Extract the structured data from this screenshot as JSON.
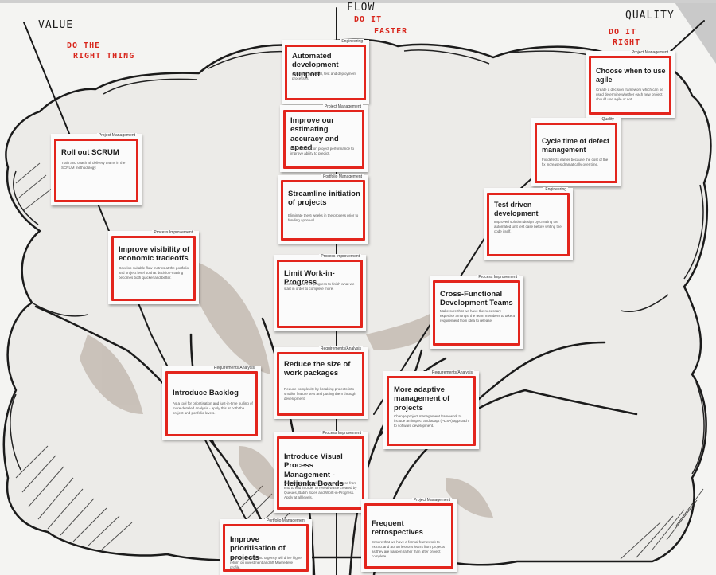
{
  "columns": {
    "value": {
      "title": "VALUE",
      "subtitle_1": "DO THE",
      "subtitle_2": "RIGHT THING"
    },
    "flow": {
      "title": "FLOW",
      "subtitle_1": "DO IT",
      "subtitle_2": "FASTER"
    },
    "quality": {
      "title": "QUALITY",
      "subtitle_1": "DO IT",
      "subtitle_2": "RIGHT"
    }
  },
  "colors": {
    "card_border": "#e3251d",
    "handwriting_red": "#d8261c",
    "ink": "#1c1c1c",
    "paper": "#f4f4f2"
  },
  "cards": [
    {
      "category": "Engineering",
      "title": "Automated development support",
      "description": "Automate our build, test and deployment processes."
    },
    {
      "category": "Project Management",
      "title": "Improve our estimating accuracy and speed",
      "description": "Use feedback on project performance to improve ability to predict."
    },
    {
      "category": "Portfolio Management",
      "title": "Streamline initiation of projects",
      "description": "Eliminate the 6 weeks in the process prior to funding approval."
    },
    {
      "category": "Process Improvement",
      "title": "Limit Work-in-Progress",
      "description": "Constrain work-in-progress to finish what we start in order to complete more."
    },
    {
      "category": "Requirements/Analysis",
      "title": "Reduce the size of work packages",
      "description": "Reduce complexity by breaking projects into smaller feature sets and putting them through development."
    },
    {
      "category": "Process Improvement",
      "title": "Introduce Visual Process Management - Heijunka Boards",
      "description": "Visualize the MLIT development process from end to end in order to reveal waste created by Queues, Batch Sizes and Work-in-Progress. Apply at all levels."
    },
    {
      "category": "Project Management",
      "title": "Roll out SCRUM",
      "description": "Train and coach all delivery teams in the SCRUM methodology."
    },
    {
      "category": "Process Improvement",
      "title": "Improve visibility of economic tradeoffs",
      "description": "Develop suitable flow metrics at the portfolio and project level so that decision-making becomes both quicker and better."
    },
    {
      "category": "Requirements/Analysis",
      "title": "Introduce Backlog",
      "description": "As a tool for prioritisation and just-in-time pulling of more detailed analysis - apply this at both the project and portfolio levels."
    },
    {
      "category": "Portfolio Management",
      "title": "Improve prioritisation of projects",
      "description": "Measuring value and urgency will drive higher return on investment and lift Maeredelle profile."
    },
    {
      "category": "Project Management",
      "title": "Choose when to use agile",
      "description": "Create a decision framework which can be used determine whether each new project should use agile or not."
    },
    {
      "category": "Quality",
      "title": "Cycle time of defect management",
      "description": "Fix defects earlier because the cost of the fix increases dramatically over time."
    },
    {
      "category": "Engineering",
      "title": "Test driven development",
      "description": "Improved solution design by creating the automated unit test case before writing the code itself."
    },
    {
      "category": "Process Improvement",
      "title": "Cross-Functional Development Teams",
      "description": "Make sure that we have the necessary expertise amongst the team members to take a requirement from idea to release."
    },
    {
      "category": "Requirements/Analysis",
      "title": "More adaptive management of projects",
      "description": "Change project management framework to include an inspect and adapt (PDSA) approach to software development."
    },
    {
      "category": "Project Management",
      "title": "Frequent retrospectives",
      "description": "Ensure that we have a formal framework to extract and act on lessons learnt from projects as they are happen rather than after project complete."
    }
  ]
}
